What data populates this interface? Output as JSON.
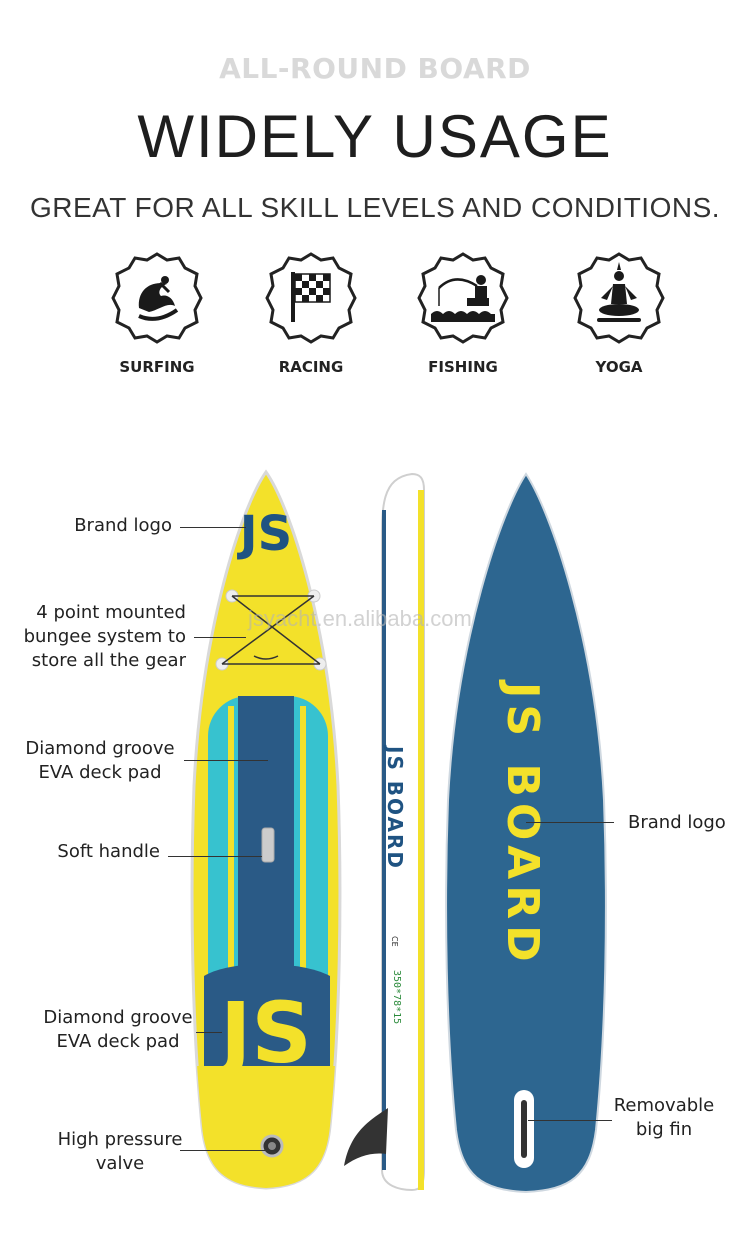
{
  "header": {
    "eyebrow": "ALL-ROUND BOARD",
    "title": "WIDELY USAGE",
    "subtitle": "GREAT FOR ALL SKILL LEVELS AND CONDITIONS."
  },
  "features": [
    {
      "label": "SURFING",
      "icon": "surfing-icon"
    },
    {
      "label": "RACING",
      "icon": "checkered-flag-icon"
    },
    {
      "label": "FISHING",
      "icon": "fishing-icon"
    },
    {
      "label": "YOGA",
      "icon": "yoga-icon"
    }
  ],
  "callouts": {
    "brand_logo_left": "Brand logo",
    "bungee_line1": "4 point mounted",
    "bungee_line2": "bungee system to",
    "bungee_line3": "store all the gear",
    "deck_pad_top_line1": "Diamond groove",
    "deck_pad_top_line2": "EVA deck pad",
    "soft_handle": "Soft handle",
    "deck_pad_bottom_line1": "Diamond groove",
    "deck_pad_bottom_line2": "EVA deck pad",
    "valve_line1": "High pressure",
    "valve_line2": "valve",
    "brand_logo_right": "Brand logo",
    "fin_line1": "Removable",
    "fin_line2": "big fin"
  },
  "board": {
    "logo_text": "JS",
    "side_text": "JS BOARD",
    "side_size_text": "350*78*15",
    "side_ce_text": "CE",
    "bottom_text": "JS BOARD",
    "colors": {
      "yellow": "#f3e12a",
      "navy": "#2a5a86",
      "teal": "#37c2cf",
      "bottom_blue": "#2d6690",
      "logo_navy": "#1f5382"
    }
  },
  "watermark": "jsyacht.en.alibaba.com"
}
